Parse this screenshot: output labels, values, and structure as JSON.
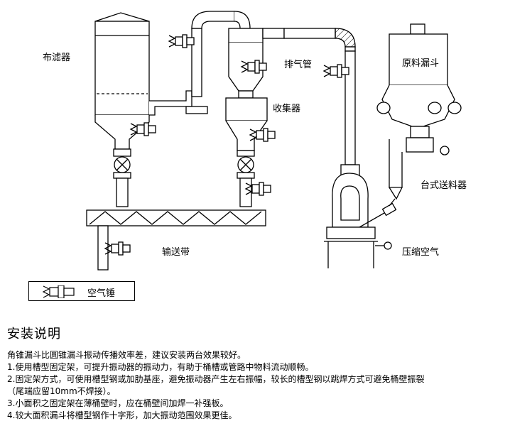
{
  "diagram": {
    "labels": {
      "bag_filter": "布滤器",
      "exhaust_pipe": "排气管",
      "collector": "收集器",
      "raw_hopper": "原料漏斗",
      "bench_feeder": "台式送料器",
      "conveyor": "输送带",
      "compressed_air": "压缩空气"
    },
    "legend": {
      "label": "空气锤",
      "icon": "air-hammer-icon"
    }
  },
  "notes": {
    "title": "安装说明",
    "lines": [
      "角锥漏斗比圆锥漏斗振动传播效率差，建议安装两台效果较好。",
      "1.使用槽型固定架，可提升振动器的振动力，有助于桶槽或管路中物料流动顺畅。",
      "2.固定架方式，可使用槽型钢或加肋基座，避免振动器产生左右振幅，较长的槽型钢以跳焊方式可避免桶壁振裂",
      "（尾端应留10mm不焊接）。",
      "3.小面积之固定架在薄桶壁时，应在桶壁间加焊一补强板。",
      "4.较大面积漏斗将槽型钢作十字形，加大振动范围效果更佳。"
    ]
  }
}
